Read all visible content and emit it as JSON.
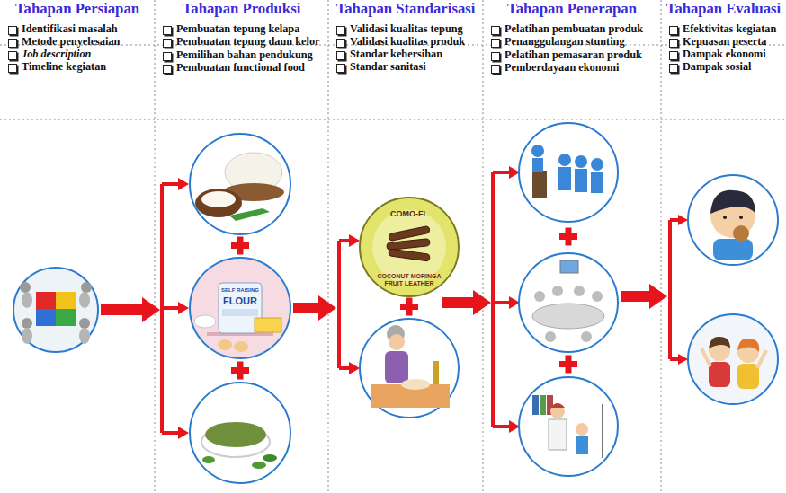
{
  "diagram": {
    "nodes": [
      {
        "text": [
          "Tahapan Persiapan",
          "Identifikasi masalah",
          "Metode penyelesaian",
          "Job description",
          "Timeline kegiatan"
        ]
      },
      {
        "text": [
          "Tahapan Produksi",
          "Pembuatan tepung kelapa",
          "Pembuatan tepung daun kelor",
          "Pemilihan bahan pendukung",
          "Pembuatan functional food"
        ]
      },
      {
        "text": [
          "Tahapan Standarisasi",
          "Validasi kualitas tepung",
          "Validasi kualitas produk",
          "Standar kebersihan",
          "Standar sanitasi"
        ]
      },
      {
        "text": [
          "Tahapan Penerapan",
          "Pelatihan pembuatan produk",
          "Penanggulangan stunting",
          "Pelatihan pemasaran produk",
          "Pemberdayaan ekonomi"
        ]
      },
      {
        "text": [
          "Tahapan Evaluasi",
          "Efektivitas kegiatan",
          "Kepuasan peserta",
          "Dampak ekonomi",
          "Dampak sosial"
        ]
      },
      {
        "text": [
          "COMO-FL",
          "COCONUT MORINGA FRUIT LEATHER"
        ]
      }
    ],
    "labels": [
      "SELF RAISING",
      "FLOUR"
    ]
  }
}
